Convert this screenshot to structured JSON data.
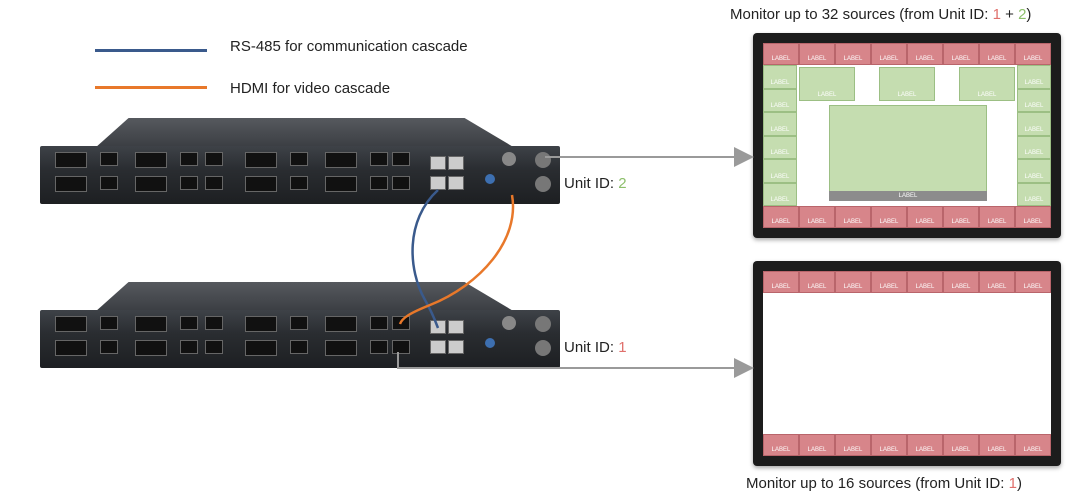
{
  "legend": {
    "rs485_label": "RS-485 for communication cascade",
    "hdmi_label": "HDMI for video cascade",
    "rs485_color": "#3a5a8c",
    "hdmi_color": "#e8782a"
  },
  "units": {
    "top": {
      "prefix": "Unit ID: ",
      "id": "2"
    },
    "bottom": {
      "prefix": "Unit ID: ",
      "id": "1"
    }
  },
  "monitors": {
    "top": {
      "caption_prefix": "Monitor up to 32 sources (from Unit ID: ",
      "id_a": "1",
      "plus": " + ",
      "id_b": "2",
      "caption_suffix": ")"
    },
    "bottom": {
      "caption_prefix": "Monitor up to 16 sources (from Unit ID: ",
      "id_a": "1",
      "caption_suffix": ")"
    }
  },
  "tile_label": "LABEL",
  "colors": {
    "red_tile": "#d7858a",
    "green_tile": "#c5ddb0",
    "arrow": "#9a9a9a"
  }
}
